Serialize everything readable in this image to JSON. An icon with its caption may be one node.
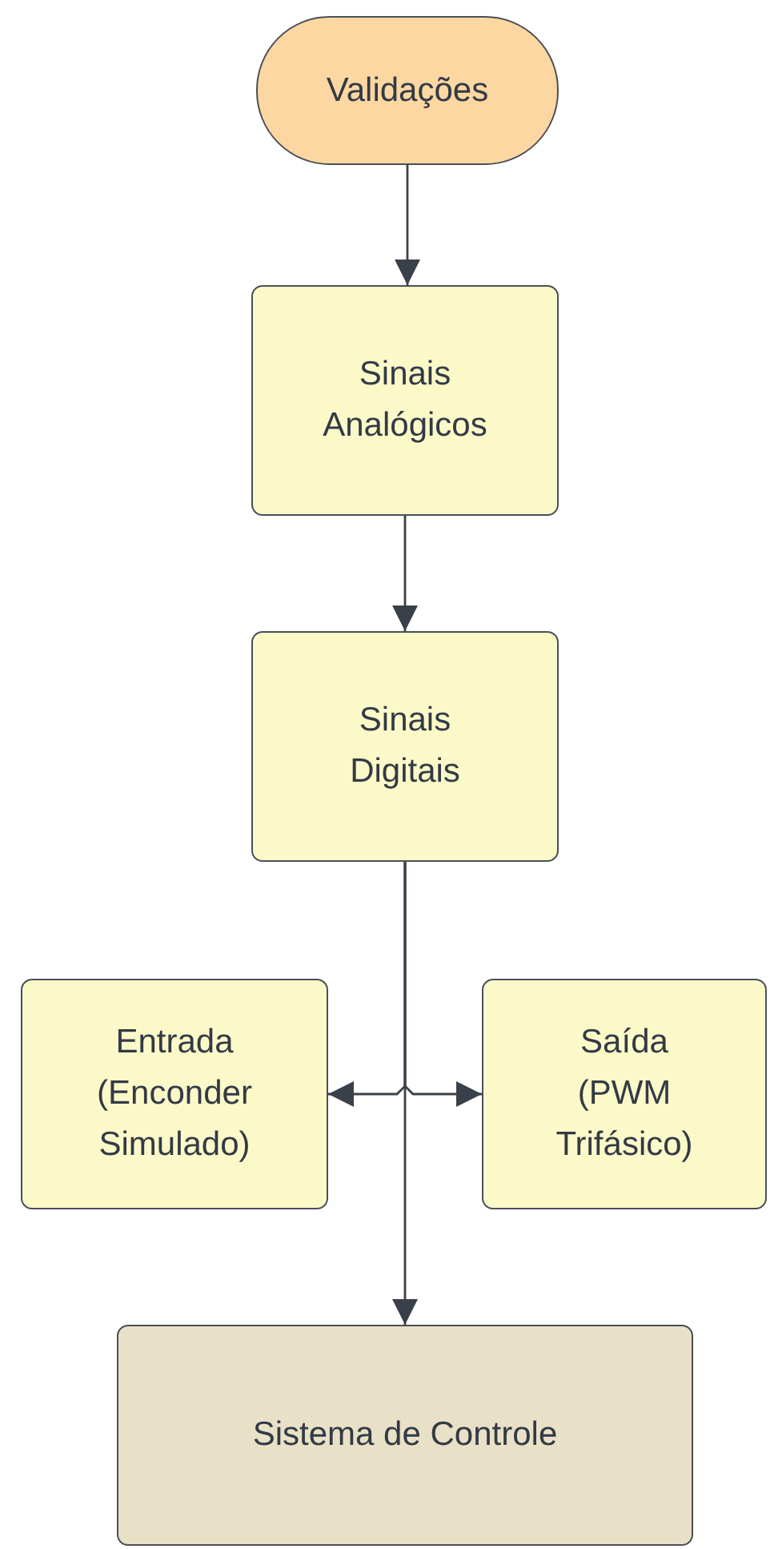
{
  "diagram": {
    "nodes": [
      {
        "text": [
          "Validações"
        ]
      },
      {
        "text": [
          "Sinais Analógicos"
        ]
      },
      {
        "text": [
          "Sinais Digitais"
        ]
      },
      {
        "text": [
          "Entrada (Enconder Simulado)"
        ]
      },
      {
        "text": [
          "Saída (PWM Trifásico)"
        ]
      },
      {
        "text": [
          "Sistema de Controle"
        ]
      }
    ],
    "edges": [
      {
        "from": 0,
        "to": 1,
        "arrow": "to"
      },
      {
        "from": 1,
        "to": 2,
        "arrow": "to"
      },
      {
        "from": 2,
        "to": 3,
        "arrow": "to"
      },
      {
        "from": 2,
        "to": 4,
        "arrow": "to"
      },
      {
        "from": 2,
        "to": 5,
        "arrow": "to"
      }
    ]
  }
}
